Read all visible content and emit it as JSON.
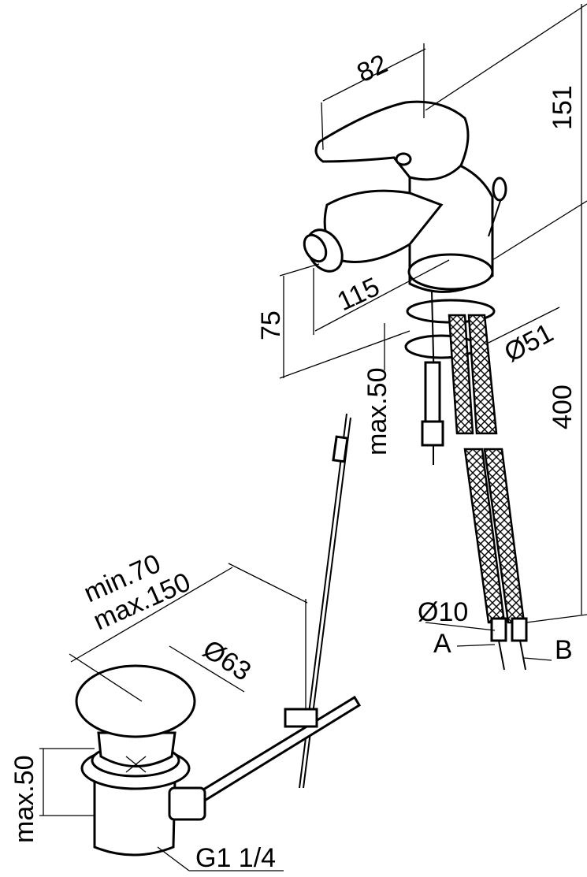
{
  "drawing": {
    "faucet_dimensions": {
      "lever_length": "82",
      "total_height": "151",
      "spout_reach": "115",
      "spout_height": "75",
      "base_diameter": "Ø51",
      "deck_thickness": "max.50",
      "hose_length": "400",
      "hose_diameter": "Ø10",
      "hose_a": "A",
      "hose_b": "B"
    },
    "waste_dimensions": {
      "rod_distance_min": "min.70",
      "rod_distance_max": "max.150",
      "plug_diameter": "Ø63",
      "basin_thickness": "max.50",
      "thread": "G1 1/4"
    }
  }
}
